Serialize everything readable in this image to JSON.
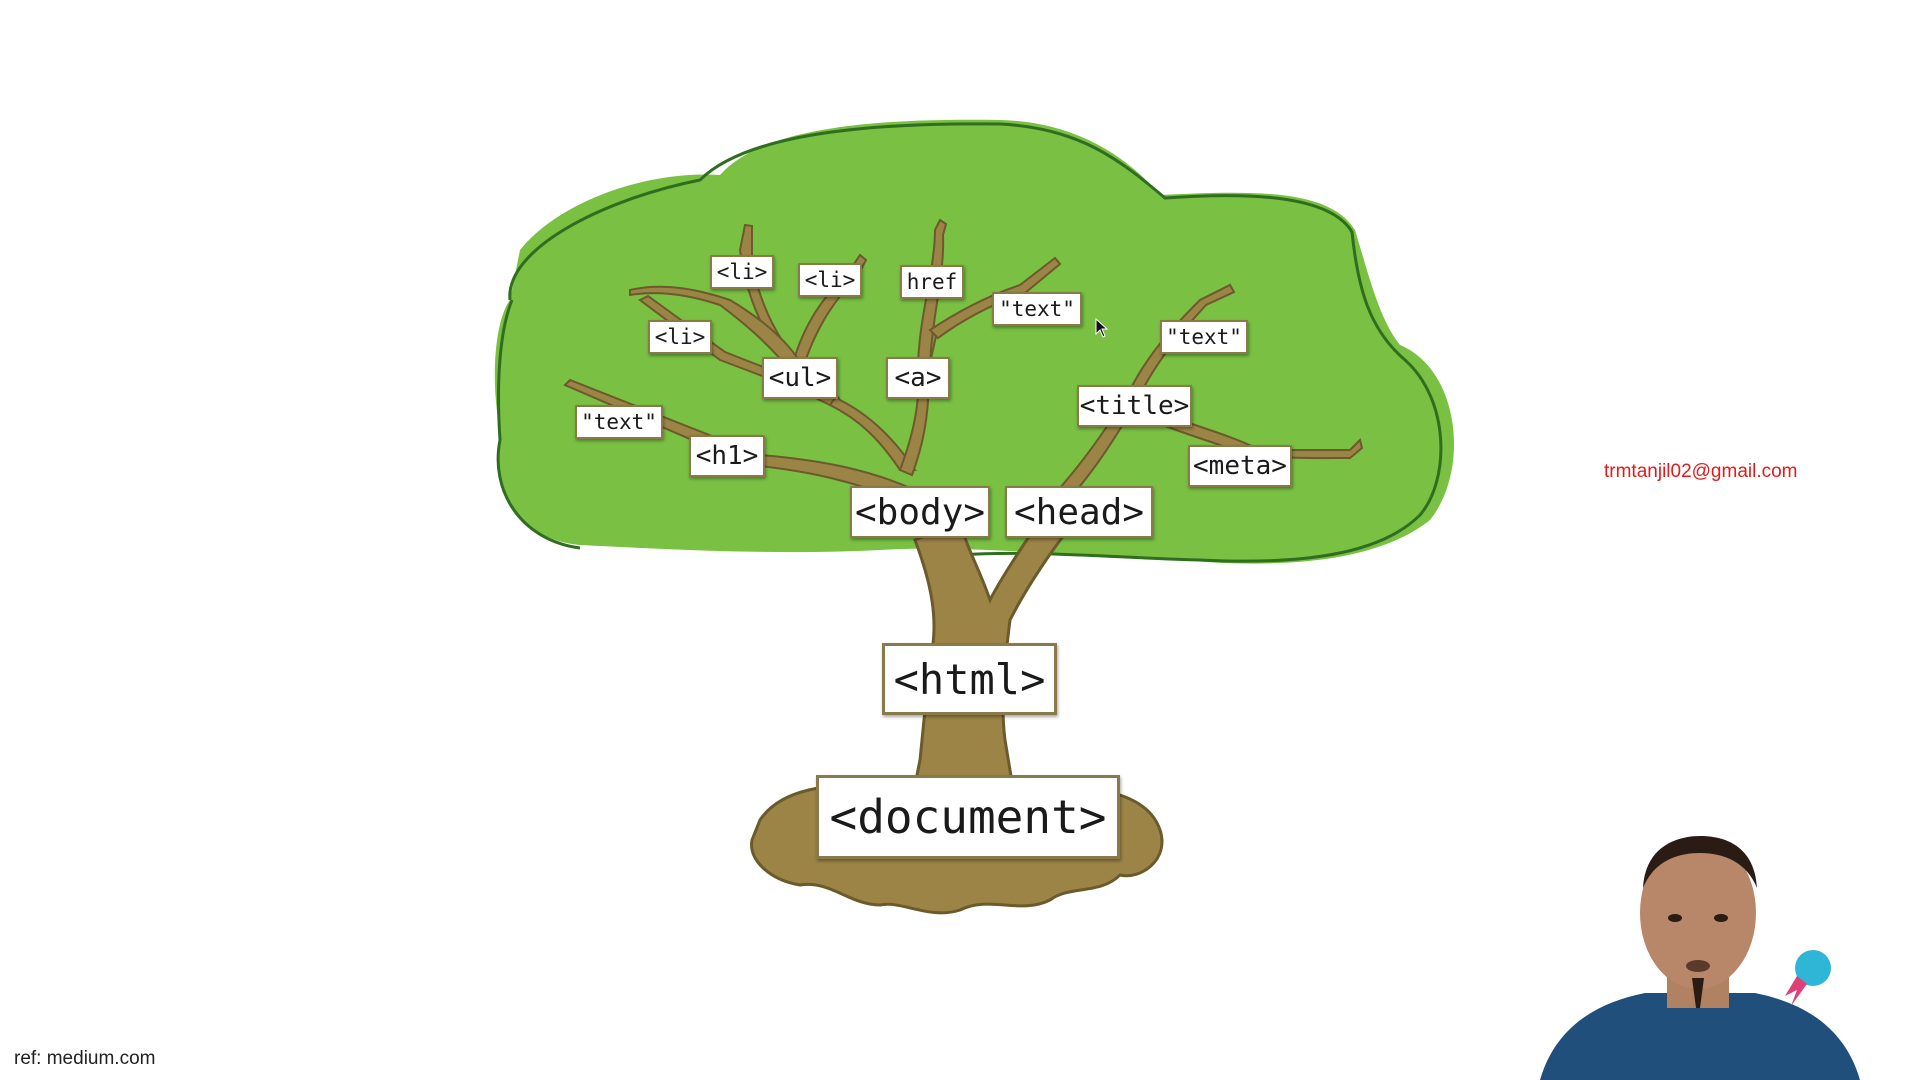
{
  "nodes": {
    "li_1": "<li>",
    "li_2": "<li>",
    "href": "href",
    "text_a": "\"text\"",
    "li_3": "<li>",
    "text_b": "\"text\"",
    "ul": "<ul>",
    "a": "<a>",
    "title": "<title>",
    "text_c": "\"text\"",
    "h1": "<h1>",
    "meta": "<meta>",
    "body": "<body>",
    "head": "<head>",
    "html": "<html>",
    "document": "<document>"
  },
  "email": "trmtanjil02@gmail.com",
  "ref": "ref: medium.com",
  "colors": {
    "foliage": "#79c043",
    "foliage_outline": "#2f6e1f",
    "trunk": "#9c8447",
    "trunk_outline": "#6b5a2b",
    "email": "#e01b1b"
  },
  "icons": {
    "cursor": "mouse-pointer-icon",
    "presenter": "presenter-webcam"
  }
}
